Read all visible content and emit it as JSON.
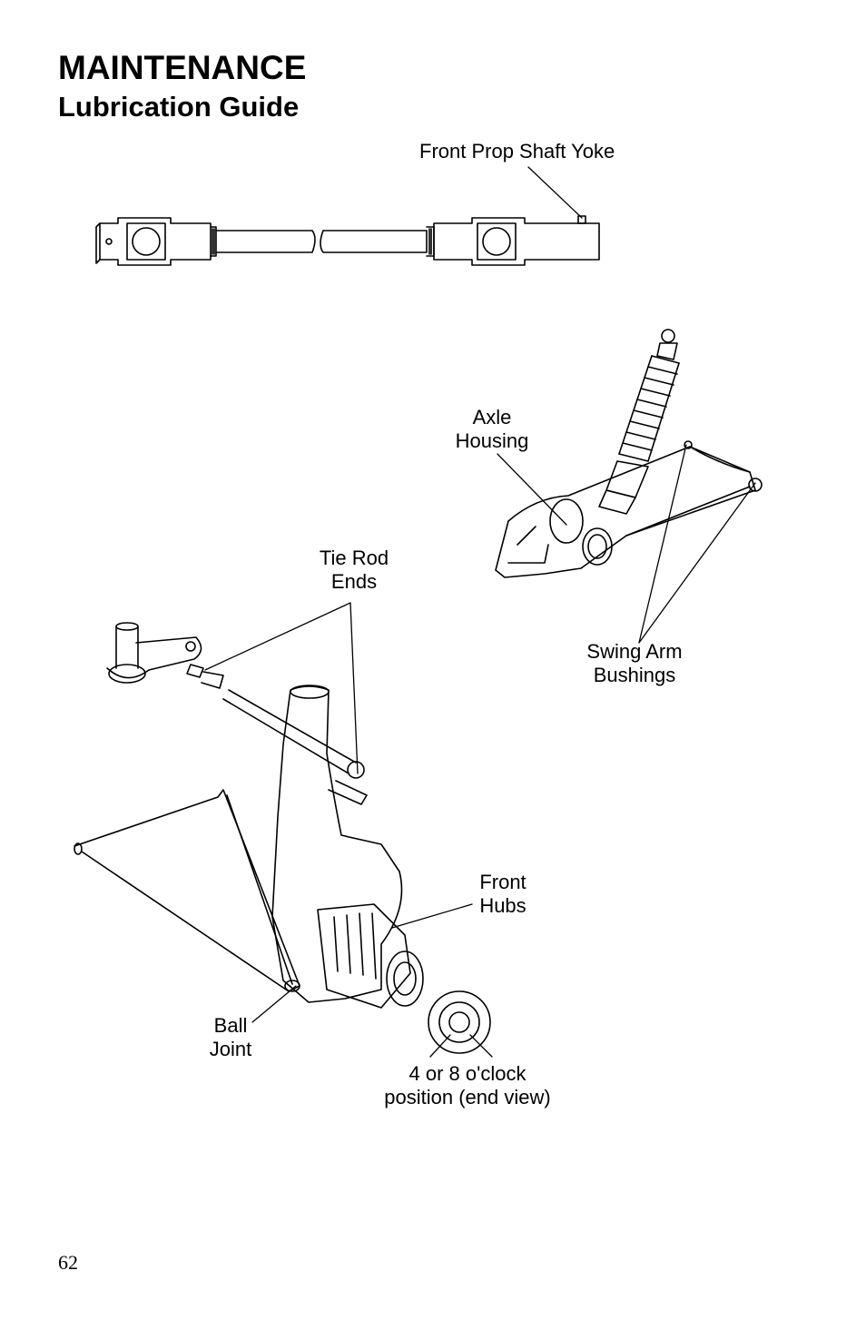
{
  "header": {
    "section": "MAINTENANCE",
    "subsection": "Lubrication Guide"
  },
  "labels": {
    "front_prop_shaft_yoke": "Front Prop Shaft Yoke",
    "axle_housing": [
      "Axle",
      "Housing"
    ],
    "tie_rod_ends": [
      "Tie Rod",
      "Ends"
    ],
    "swing_arm_bushings": [
      "Swing Arm",
      "Bushings"
    ],
    "front_hubs": [
      "Front",
      "Hubs"
    ],
    "ball_joint": [
      "Ball",
      "Joint"
    ],
    "clock_position": [
      "4 or 8 o'clock",
      "position (end view)"
    ]
  },
  "footer": {
    "page_number": "62"
  }
}
